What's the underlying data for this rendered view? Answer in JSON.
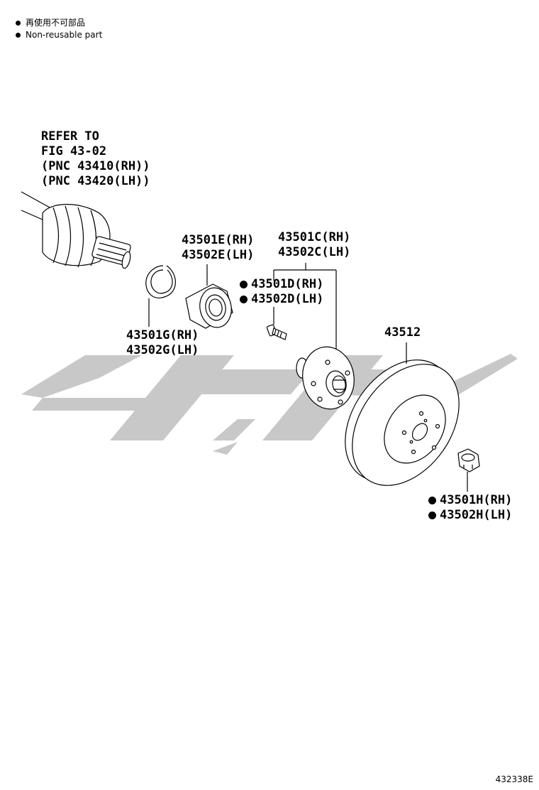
{
  "legend": {
    "jp": "再使用不可部品",
    "en": "Non-reusable part"
  },
  "labels": {
    "refer": [
      "REFER TO",
      "FIG 43-02",
      "(PNC 43410(RH))",
      "(PNC 43420(LH))"
    ],
    "bearing": [
      "43501E(RH)",
      "43502E(LH)"
    ],
    "hub": [
      "43501C(RH)",
      "43502C(LH)"
    ],
    "bolt": [
      "43501D(RH)",
      "43502D(LH)"
    ],
    "snap_ring": [
      "43501G(RH)",
      "43502G(LH)"
    ],
    "disc": [
      "43512"
    ],
    "nut": [
      "43501H(RH)",
      "43502H(LH)"
    ]
  },
  "figure_number": "432338E",
  "watermark_color": "#c8c8c8"
}
